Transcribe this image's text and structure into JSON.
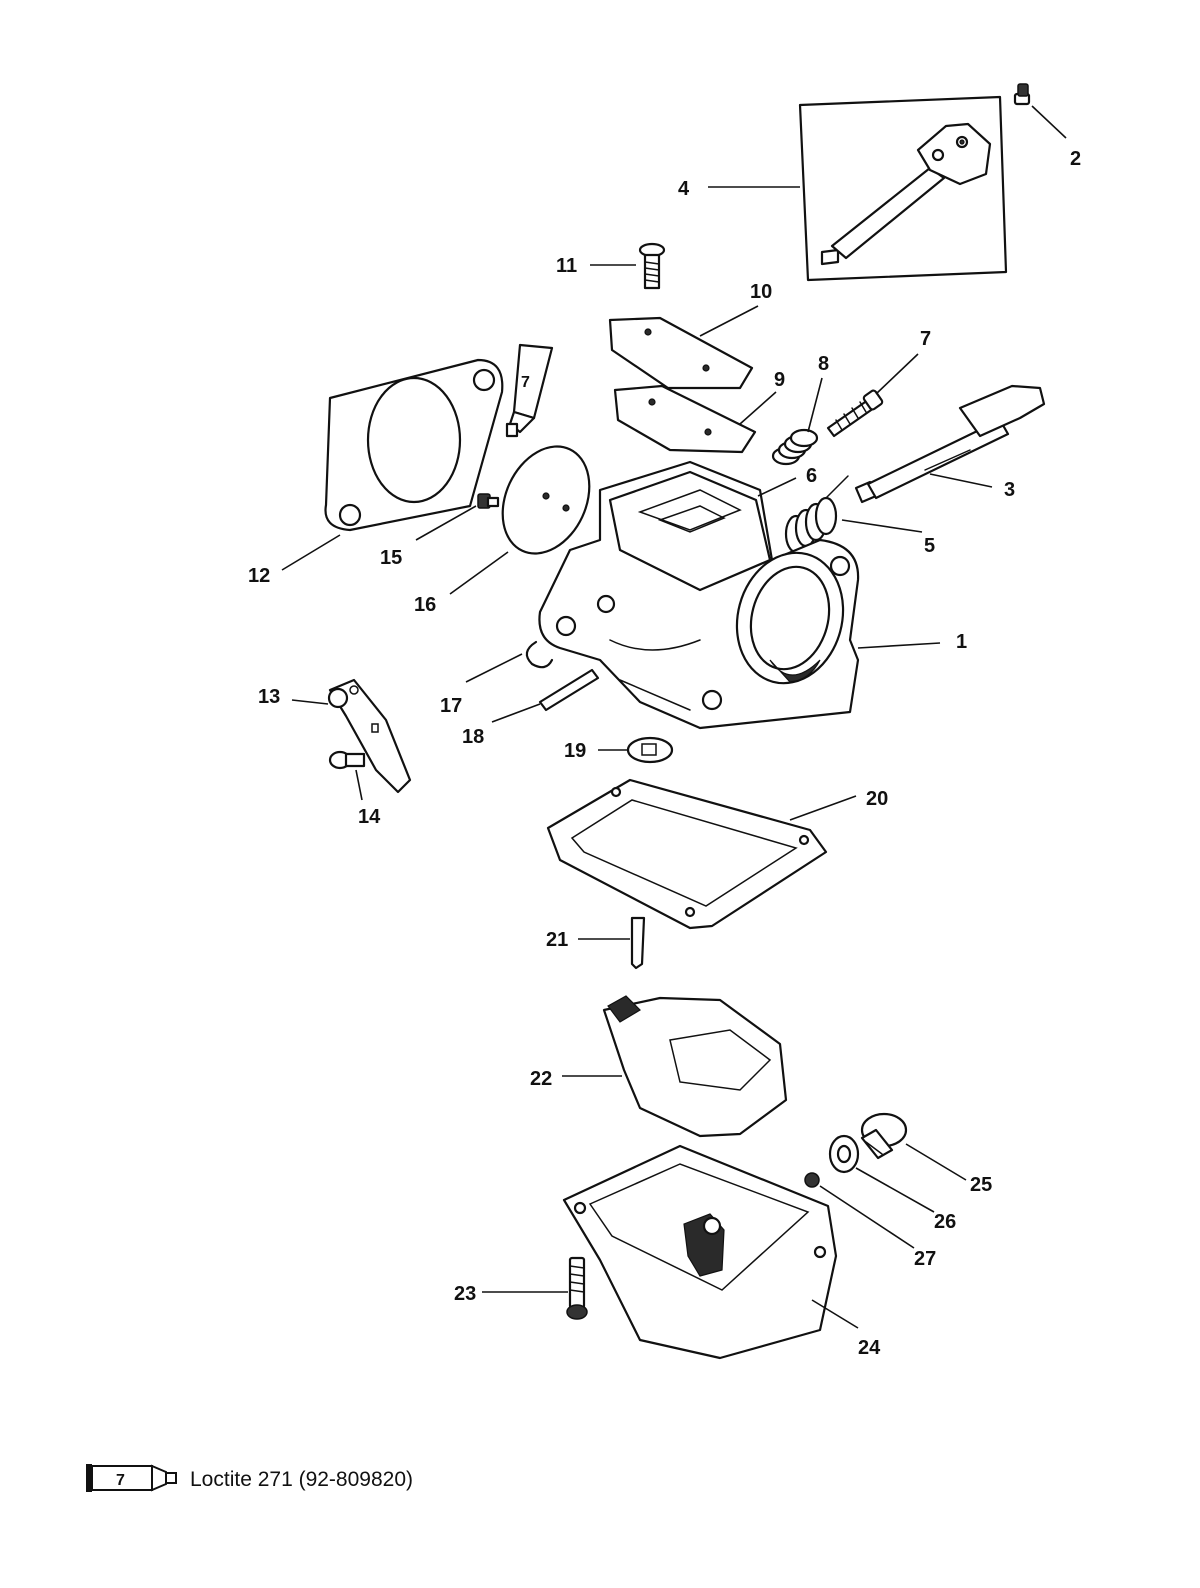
{
  "callouts": [
    "1",
    "2",
    "3",
    "4",
    "5",
    "6",
    "7",
    "8",
    "9",
    "10",
    "11",
    "12",
    "13",
    "14",
    "15",
    "16",
    "17",
    "18",
    "19",
    "20",
    "21",
    "22",
    "23",
    "24",
    "25",
    "26",
    "27"
  ],
  "sealant_tube_label": "7",
  "legend": {
    "number": "7",
    "text": "Loctite 271 (92-809820)"
  }
}
